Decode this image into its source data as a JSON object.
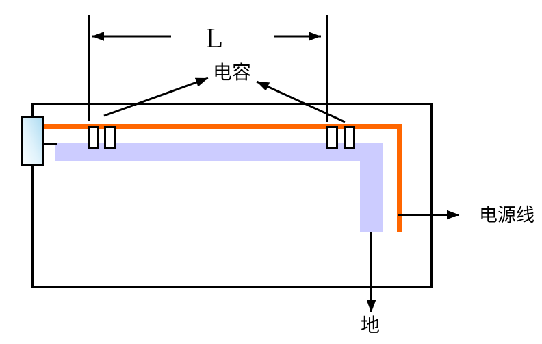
{
  "diagram": {
    "type": "pcb-power-decoupling-schematic",
    "labels": {
      "length": "L",
      "capacitor": "电容",
      "power_line": "电源线",
      "ground": "地"
    },
    "elements": {
      "board_outline": "PCB board outline rectangle",
      "power_trace": "orange power line routed along top then down to exit on right",
      "ground_plane_trace": "wide lavender ground trace, L-shaped, exits bottom to ground",
      "component": "connector/source component on left board edge",
      "capacitor_pairs": 2,
      "capacitors_total": 4,
      "dimension": "L = spacing between the two decoupling capacitor pairs"
    },
    "colors": {
      "power_trace": "#ff6600",
      "ground_plane": "#ccccff",
      "component_fill_dark": "#aedcf2",
      "component_fill_light": "#f8fdff",
      "capacitor_fill": "#ffffff",
      "line": "#000000",
      "background": "#ffffff"
    }
  }
}
